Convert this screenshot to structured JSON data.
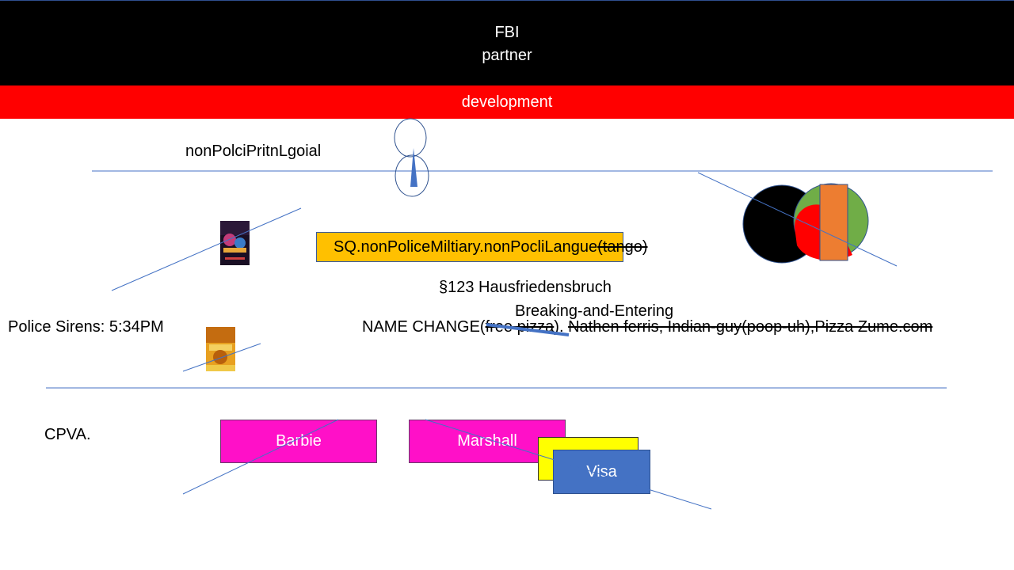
{
  "header": {
    "line1": "FBI",
    "line2": "partner"
  },
  "band": {
    "label": "development"
  },
  "labels": {
    "top_label": "nonPolciPritnLgoial",
    "orange_box": "SQ.nonPoliceMiltiary.nonPocliLangue",
    "orange_strike": "(tango)",
    "law_line1": "§123 Hausfriedensbruch",
    "law_line2": "Breaking-and-Entering",
    "sirens": "Police Sirens: 5:34PM",
    "name_change_prefix": "NAME CHANGE(",
    "name_change_struck1": "free pizza",
    "name_change_mid": "). ",
    "name_change_struck2": "Nathen ferris, Indian-guy(poop-uh),Pizza Zume.com",
    "cpva": "CPVA."
  },
  "buttons": {
    "barbie": "Barbie",
    "marshall": "Marshall",
    "visa": "Visa"
  },
  "colors": {
    "header_bg": "#000000",
    "band_bg": "#ff0000",
    "orange_box": "#ffc000",
    "pink_box": "#ff10c8",
    "yellow_box": "#ffff00",
    "blue_box": "#4472c4",
    "line": "#4472c4",
    "venn_black": "#000000",
    "venn_green": "#70ad47",
    "venn_red": "#ff0000",
    "venn_orange": "#ed7d31"
  },
  "images": {
    "movie_poster_1": "slumdog-poster-icon",
    "movie_poster_2": "life-of-pi-poster-icon"
  }
}
